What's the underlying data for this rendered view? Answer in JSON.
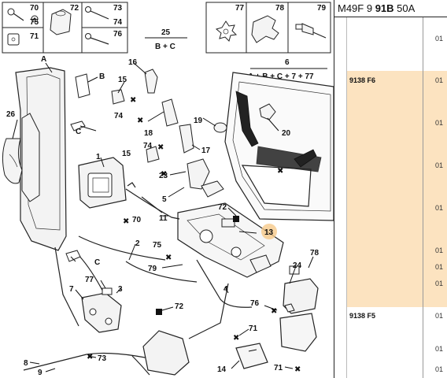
{
  "panel": {
    "header": {
      "pre": "M49F 9 ",
      "bold": "91B",
      "post": " 50A"
    },
    "rows": [
      {
        "code": "",
        "qty": "01"
      },
      {
        "code": "9138 F6",
        "qty": "01"
      },
      {
        "code": "",
        "qty": "01"
      },
      {
        "code": "",
        "qty": "01"
      },
      {
        "code": "",
        "qty": "01"
      },
      {
        "code": "",
        "qty": "01"
      },
      {
        "code": "",
        "qty": "01"
      },
      {
        "code": "",
        "qty": "01"
      },
      {
        "code": "9138 F5",
        "qty": "01"
      },
      {
        "code": "",
        "qty": "01"
      },
      {
        "code": "",
        "qty": "01"
      }
    ],
    "highlight_color": "#fce3c0"
  },
  "diagram": {
    "callouts": {
      "c70": "70",
      "c75": "75",
      "c71": "71",
      "c72": "72",
      "c73": "73",
      "c74": "74",
      "c76": "76",
      "c77": "77",
      "c78": "78",
      "c79": "79",
      "c25": "25",
      "c25s": "B + C",
      "c6": "6",
      "c6s": "A + B + C + 7 + 77",
      "cA": "A",
      "cB": "B",
      "cC": "C",
      "cC2": "C",
      "c26": "26",
      "c16": "16",
      "c15": "15",
      "c15b": "15",
      "c74b": "74",
      "c74c": "74",
      "c18": "18",
      "c19": "19",
      "c20": "20",
      "c17": "17",
      "c1": "1",
      "c23": "23",
      "c5": "5",
      "c70b": "70",
      "c72b": "72",
      "c11": "11",
      "c13": "13",
      "c2": "2",
      "c75b": "75",
      "c79b": "79",
      "c3": "3",
      "c7": "7",
      "c77b": "77",
      "c72c": "72",
      "c24": "24",
      "c78b": "78",
      "c4": "4",
      "c76b": "76",
      "c71b": "71",
      "c71c": "71",
      "c8": "8",
      "c9": "9",
      "c73b": "73",
      "c14": "14"
    }
  }
}
